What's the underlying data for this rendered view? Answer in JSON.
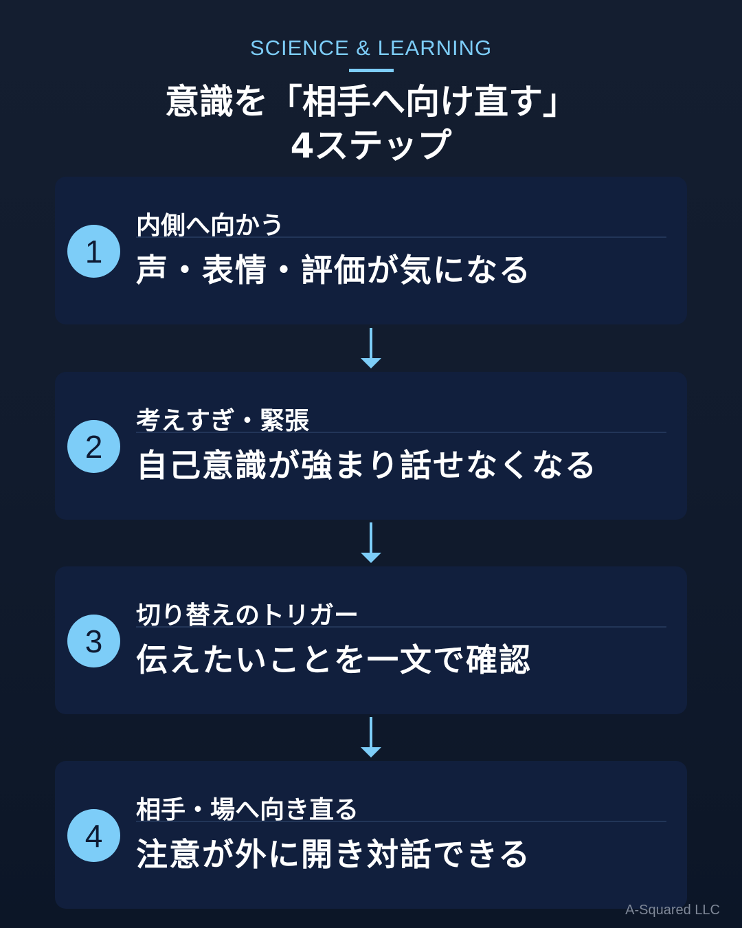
{
  "header": {
    "eyebrow": "SCIENCE & LEARNING",
    "title_line1": "意識を「相手へ向け直す」",
    "title_line2": "4ステップ"
  },
  "steps": [
    {
      "number": "1",
      "subtitle": "内側へ向かう",
      "text": "声・表情・評価が気になる"
    },
    {
      "number": "2",
      "subtitle": "考えすぎ・緊張",
      "text": "自己意識が強まり話せなくなる"
    },
    {
      "number": "3",
      "subtitle": "切り替えのトリガー",
      "text": "伝えたいことを一文で確認"
    },
    {
      "number": "4",
      "subtitle": "相手・場へ向き直る",
      "text": "注意が外に開き対話できる"
    }
  ],
  "connectors": [
    "arrow-down-icon",
    "arrow-down-icon",
    "arrow-down-icon"
  ],
  "footer": {
    "credit": "A-Squared LLC"
  },
  "colors": {
    "background": "#131d2f",
    "card": "#111f3d",
    "accent": "#7dcdf8",
    "text": "#ffffff",
    "credit": "#7f8898"
  }
}
